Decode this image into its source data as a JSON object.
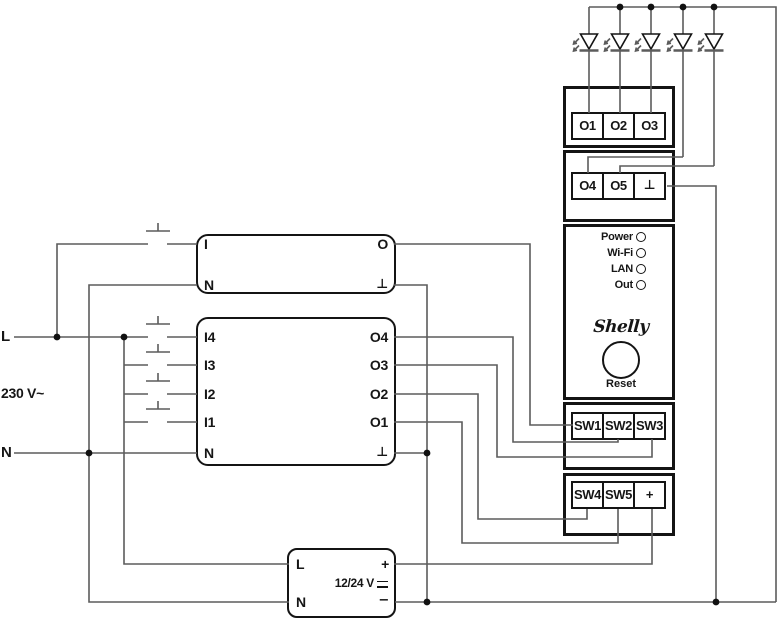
{
  "mains": {
    "line": "L",
    "voltage": "230 V~",
    "neutral": "N"
  },
  "relay_single": {
    "input": "I",
    "neutral": "N",
    "output": "O",
    "ground": "⊥"
  },
  "relay_quad": {
    "inputs": [
      "I4",
      "I3",
      "I2",
      "I1",
      "N"
    ],
    "outputs": [
      "O4",
      "O3",
      "O2",
      "O1",
      "⊥"
    ]
  },
  "psu": {
    "line": "L",
    "neutral": "N",
    "rating": "12/24 V",
    "plus": "+",
    "minus": "−"
  },
  "device": {
    "brand": "Shelly",
    "reset_label": "Reset",
    "output_terminals_1": [
      "O1",
      "O2",
      "O3"
    ],
    "output_terminals_2": [
      "O4",
      "O5",
      "⊥"
    ],
    "status_leds": [
      "Power",
      "Wi-Fi",
      "LAN",
      "Out"
    ],
    "switch_terminals_1": [
      "SW1",
      "SW2",
      "SW3"
    ],
    "switch_terminals_2": [
      "SW4",
      "SW5",
      "+"
    ]
  },
  "colors": {
    "wire": "#5c5c5c",
    "outline": "#141414",
    "background": "#ffffff"
  }
}
